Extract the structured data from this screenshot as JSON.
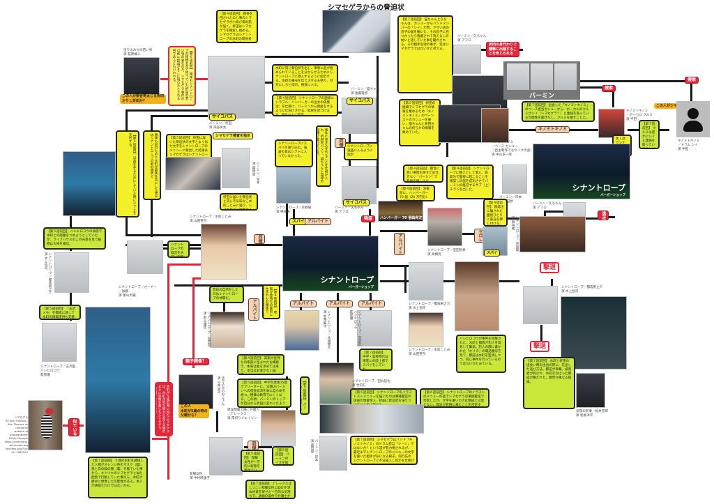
{
  "header": {
    "letter_title": "シマセゲラからの脅迫状"
  },
  "groups": {
    "barmin": "バーミン",
    "shinantrope": "シナントロープ",
    "shinantrope_sub": "バーガーショップ",
    "hamburger_order": "ハンバーガー 70 個偽発注"
  },
  "people": {
    "hashigo_young": {
      "cap": "塗り込みかの若い男\n演 萩原颯人",
      "callout": "この人が染谷将太じる折田かりし折田か？"
    },
    "orita": {
      "cap": "バーミン／折田\n演 染谷将太",
      "tag": "サイコパス"
    },
    "neko": {
      "cap": "バーミン／猫ちゃん\n演 遠藤雄弥",
      "tag": "サイコパス"
    },
    "kuchan": {
      "cap": "バーミン／久ちゃん\n演 アフロ",
      "tag": "サイコパス"
    },
    "kuchan_top": {
      "cap": "バーミン／久ちゃん\n演 アフロ"
    },
    "kuchan_right": {
      "cap": "バーミン／久ちゃん\n演 アフロ"
    },
    "kishida": {
      "cap": "バーミン／岸本\n演 森田想"
    },
    "kishida_bottom": {
      "cap": "バーミン／岸本\n演 森田想"
    },
    "mizumachi": {
      "cap": "シナントロープ／水町ことみ\n演 山田杏奈"
    },
    "mizumachi_2": {
      "cap": "シナントロープ／水町ことみ\n演 山田杏奈"
    },
    "kasuga": {
      "cap": "シナントロープ／京春陽\n演 鳴海唯",
      "tags": [
        "スパイ",
        "アルバイト"
      ]
    },
    "tomoki": {
      "cap": "シナントロープ／室田智希\n演 高橋侃"
    },
    "tsuzuki": {
      "cap": "シナントロープ／都成剣之介\n演 水上恒司"
    },
    "tsuzuki_2": {
      "cap": "シナントロープ／都成剣之介\n演 水上恒司"
    },
    "shirahama": {
      "cap": "シナントロープ／木場健太\n演 坂東龍汰"
    },
    "hashihiro": {
      "cap": "シナントロープ／志沢匠\nハシヒロコウ\n萩原護"
    },
    "hashihiro_left": {
      "cap": "シナントロープ／志沢匠\nハシヒロコウ\n萩原護"
    },
    "tsuzuki_left": {
      "cap": "シナントロープ／都成剣之介\n演 水上恒司"
    },
    "owner": {
      "cap": "シナントロープ／オーナー\n／加藤\n演 葉山大輔"
    },
    "shiori": {
      "cap": "シナントロープ／塁田栞\n演 影山優佳"
    },
    "taku": {
      "cap": "シナントロープ／田丸哲也\n演 竹内仁"
    },
    "father": {
      "cap": "塗り込みのおじさん\n演 山本浩司",
      "callout": "この人\n水町が5歳の時の\n父親かも？"
    },
    "alex": {
      "cap": "建設現場で働く外国人\n／アレックス\n演 厚切りジェイソン"
    },
    "wafuku": {
      "cap": "和服女性\n演 中村映里子"
    },
    "kinomi_kashu": {
      "cap": "キノミトキノミ\n／ベース カシュー\n（自主制作でもサイク伝道）\n演 中山求一郎"
    },
    "kinomi_kurumi": {
      "cap": "キノミトキノミ\n／ボーカル クルミ\n演 半田"
    },
    "kinomi_shii": {
      "cap": "キノミトキノミ\n／ドラム シイ\n演 半田",
      "callout": "この人がシマセゲラ？"
    },
    "detective": {
      "cap": "深夜の刑事／松井売郎\n演 松尾洋平"
    },
    "shimasegera_bird": {
      "cap": "シマセゲラ\nBy Ken Thomas -\nKen Thomas.us\n(personal\nwebsite of\nphotographer\nPublic Domain\nhttps://commons.\nwikimedia.org\n/w/index.php?cur\nid=1962200"
    }
  },
  "relations": {
    "spy": "スパイ",
    "parttime": "アルバイト",
    "kinomi_label": "キノミトキノミ",
    "search": "捜索",
    "search2": "捜索",
    "escape": "逃走",
    "repel": "撃退",
    "repel2": "撃退",
    "parent": "親子関係？",
    "similar": "似ている",
    "robbery": "強盗",
    "coworker": "同僚",
    "serole": "セロレ",
    "ordered": "折田の身代わりで\n襲撃に出頭するこ\nとを命じられる"
  },
  "notes": {
    "n1": "【第４話前回】 携帯を回されたのし事のシマセゲラが小鳥び場の肌が届く。折田はシマセゲラを捜索し始める。シマセゲラはシナントロープの水町の関係者だと思っている。",
    "n2": "【第６話前回】 幾年もシナントロープの建物を見て回っていた折田の若い頃の姿なのか、シマセゲラ事件の以前に折田がそこに現れたとされる男であるともいわれる。",
    "n3": "水町に同じ脅迫状を出し、事態に品が絡められていることを分からせるためにシナントロープに潜入するように指示する。水町の番号を伝えさせるも断り、付方にしろと指示。捜査に入る。",
    "n4": "【第４話前回】 シナントロープの面接にトラブル：ハンバーガーの注文の偽発注：を仕掛け、バーミンから倒産をするように仕向けさせる。結果を見つけます。猫ちゃんに指示。",
    "n5": "【第７話前回】 猫ちゃんと久ちゃんは、カシューからバンドメンバーの「シイ」が昔、ヤサい店の息子の居を働いた、その息子に見つかったら悪戯されて消えるしの妨いと話していた事を聞かされる。その相手を他の事が、実はシマセゲラではないかと考える。",
    "n6": "【第５話前回】 折田の組織でシマセゲラの情報を集めるため「キノミトキノミ」のベーシストのカシューを雇い、猫ちゃんと折田ちゃんの何らかの情報を集めていた。",
    "n7": "【第７話前回】 出会した「キノミトキノミ」のベース担当カシューから、ボーカルのクルミがシイ（シマセゲラ？）と連絡を取っている可能性を聞きだし、クルミを捜すことに。",
    "n8": "第１話でシナントロープに強盗が入った時に来店していた。",
    "n9": "【第７話前回】 クルミは密かにシイと連絡を取っていてこれだけでバンドを組みたいと願望。",
    "n10": "【第５話前回】 折田に届いた脅迫状の文字とよく似た文字をシナントロープのメニューに発見した結果はシマセゲラはシナントロープのスタッフの誰かだと考えた。",
    "n11": "シマセゲラ捜査を指示",
    "n12": "折田に届いた脅迫状と同じ不気味なこ水町ことみに送り、シマセゲラと接触するのを監視。",
    "n13": "シナントロープにスパイを送り込む。強盗の日はシフトに入っていなかった。",
    "n14": "事件に巻き込まれることを仕掛け入れ、折田をパシリ。猫ちゃんと指導の指揮に関っている。",
    "n15": "シナントロープに強盗に入るように指示",
    "n16": "【第４話前回】 都合に悪い事情を隠すため仕方なく ”バーミン” で無給を申し込む。",
    "n17": "【第４話前回】 シナントロープに構えとして潜入。偽発注で面接に起こることを確認し計画を成功させてバーミンの経営するサブ（上）チラシを出した。",
    "n18": "【第４話前回】 深夜前に、ハンバーガー 70 個（20 万円分）の偽発注をする。",
    "n19": "【第４話前回】 偽発注に騙された面接ひとりに責任を押し付ける。",
    "n20": "【第５話前回】 ハシヒロコウの承諾で水町との距離をつめようとしていたが、ライブハウスのこの光景を見て動揺は大将を確信。",
    "n21": "【第５話前回】 「志沢メモ」を都成に渡して水町の情報提供も支援依頼。",
    "n22": "シナントロープの経営を水町に報告する",
    "n23": "幾年も前のために水町が最後を共にした事ははシナントロープの前の場所で",
    "n24": "普段の自然をしたのはシナントロープの仲間だ。",
    "n25": "【第４話前回】 実家が金持ちの家庭に生まれたお嬢様で、本来は金を求めては来た。本当はお金がない設定。",
    "n26": "【第５話前回】 中学卒業後15歳でフリーターに。父親はバーミンへの借金返済を肩に自ら命を絶つ。相棒は教育でにくくなる。この頃、バーミンのトップが自分から折田に変わったようだ。",
    "n27": "【第７話前回】 中学・高校時代は来客にの陸上部でスパイをしていた。",
    "n28": "【第５話前回】 シナントロープのイラストストメニューを描いたのは筆跡鑑定の店員の現金性入、折田に脅迫状を送りつけているのは誰か？",
    "n29": "【第６話前回】 シナントロープのイラストのメニュー作品でシマセゲラは筆跡鑑定で否定したが、文字を書いたのは都成とは思えない。脅迫が折田に来たことを否定する。",
    "n30": "【第７話前回】 シマセゲラはバンド「キノミトキノミ」のドラム担当「シーン」ではないか？という説が有力視されるが、最近までシナントロープのメニューの文字を書いた相手が気になる様子。同行先のシナントロープに不法侵入し何かを仕掛ける。",
    "n31": "【第５話前回】 バーミンのイオを知っていた。",
    "n32": "【第５話前回】 和服女性が一方的に好意を寄せている。",
    "n33": "【第７話前回】 アレックスはしつこい和服女性に助けを求め好意を寄せた一方的な気持ちで、通報の案件で弁護士から来ます。",
    "n34": "【第７話前回】 ５歳の水町を誘拐した人物がオレンジ色のマスク（図）、黒と白の縞の服（裏）を着ていた事から、キツツキのシマセゲラと似た配色で行動していた事から、水町が勝手に想像した可能性がある。本人が誘拐たわけではないかも。",
    "n35": "水町が５歳の時に見たシマセゲラは、水町が見た目から見て父親のように恐怖を感じたシマセゲラ（父親）ではない？",
    "n36": "ハシヒロコウが事件を目撃された、水町と都成が犯人を発見して撃退。犯人の服に書かれた「オリタ」の電話番号を見て、都成は水町を監視しつつ、同じ事件を行っているのではないかとみている。",
    "n37": "【第７話前回】 水町と折田の出会い時の出合の際に、先出した遊び方法。都成が目撃。被害者が刺され、水町をかばった都成が撃たれた。偶然が重なる経緯。",
    "n38": "【第４話前回】 深夜を守るためにしていた時にシフトを交代する。"
  },
  "colors": {
    "note_yellow": "#f3f02a",
    "note_lime": "#c9e83a",
    "tag_red": "#e0283a",
    "tag_orange_bg": "#f3d2b4",
    "callout_gold": "#f2b218",
    "line": "#1a1a1a"
  }
}
